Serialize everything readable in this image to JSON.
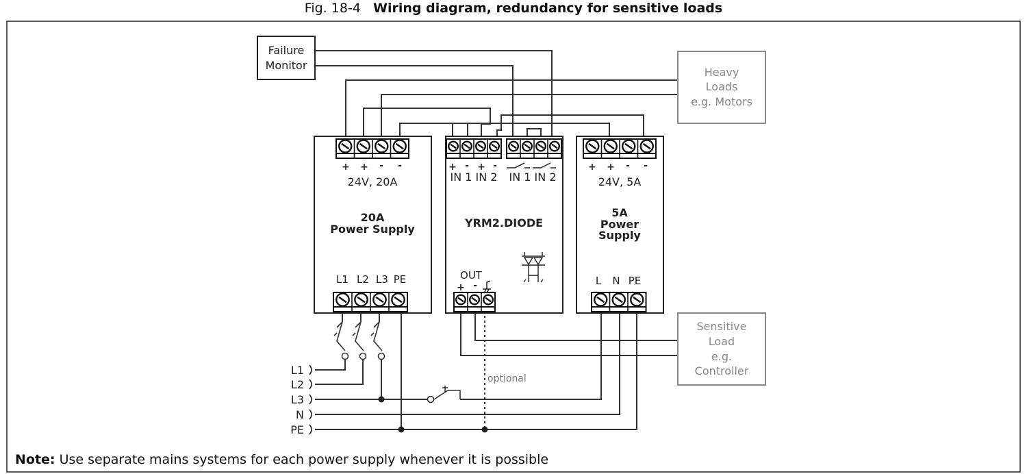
{
  "figure": {
    "number": "Fig. 18-4",
    "title": "Wiring diagram, redundancy for sensitive loads"
  },
  "failure_monitor": {
    "line1": "Failure",
    "line2": "Monitor"
  },
  "heavy_loads": {
    "line1": "Heavy",
    "line2": "Loads",
    "line3": "e.g. Motors"
  },
  "sensitive_load": {
    "line1": "Sensitive",
    "line2": "Load",
    "line3": "e.g.",
    "line4": "Controller"
  },
  "ps20": {
    "signs": [
      "+",
      "+",
      "-",
      "-"
    ],
    "rating": "24V, 20A",
    "title1": "20A",
    "title2": "Power Supply",
    "inputs": [
      "L1",
      "L2",
      "L3",
      "PE"
    ]
  },
  "diode": {
    "signs": [
      "+",
      "-",
      "+",
      "-"
    ],
    "in_label": "IN 1 IN 2",
    "relay_label": "IN 1 IN 2",
    "title": "YRM2.DIODE",
    "out_label": "OUT",
    "out_signs": [
      "+",
      "-"
    ]
  },
  "ps5": {
    "signs": [
      "+",
      "+",
      "-",
      "-"
    ],
    "rating": "24V, 5A",
    "title1": "5A",
    "title2": "Power",
    "title3": "Supply",
    "inputs": [
      "L",
      "N",
      "PE"
    ]
  },
  "mains": [
    "L1",
    "L2",
    "L3",
    "N",
    "PE"
  ],
  "optional_label": "optional",
  "note": {
    "bold": "Note:",
    "text": " Use separate mains systems for each power supply whenever it is possible"
  },
  "colors": {
    "wire": "#333333",
    "gray_box": "#888888",
    "gray_text": "#888888",
    "terminal": "#111111"
  }
}
